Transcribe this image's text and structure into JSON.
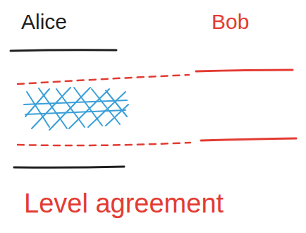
{
  "diagram": {
    "labels": [
      "Alice",
      "Bob",
      "Level agreement"
    ]
  }
}
